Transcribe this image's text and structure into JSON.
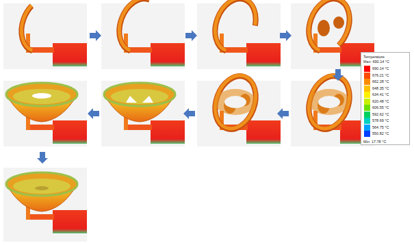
{
  "diagram": {
    "labels": [
      "Temperature",
      "Max: 690.14 °C",
      "Min: 17.78 °C"
    ],
    "legend": [
      {
        "text": "690.14 °C",
        "color": "#ff0000"
      },
      {
        "text": "676.21 °C",
        "color": "#ff4a00"
      },
      {
        "text": "662.28 °C",
        "color": "#ff8c00"
      },
      {
        "text": "648.35 °C",
        "color": "#ffc000"
      },
      {
        "text": "634.41 °C",
        "color": "#fff000"
      },
      {
        "text": "620.48 °C",
        "color": "#c8f000"
      },
      {
        "text": "606.55 °C",
        "color": "#6ee000"
      },
      {
        "text": "592.62 °C",
        "color": "#00d060"
      },
      {
        "text": "578.69 °C",
        "color": "#00d0c0"
      },
      {
        "text": "564.75 °C",
        "color": "#00a0ff"
      },
      {
        "text": "550.82 °C",
        "color": "#0040ff"
      }
    ]
  }
}
